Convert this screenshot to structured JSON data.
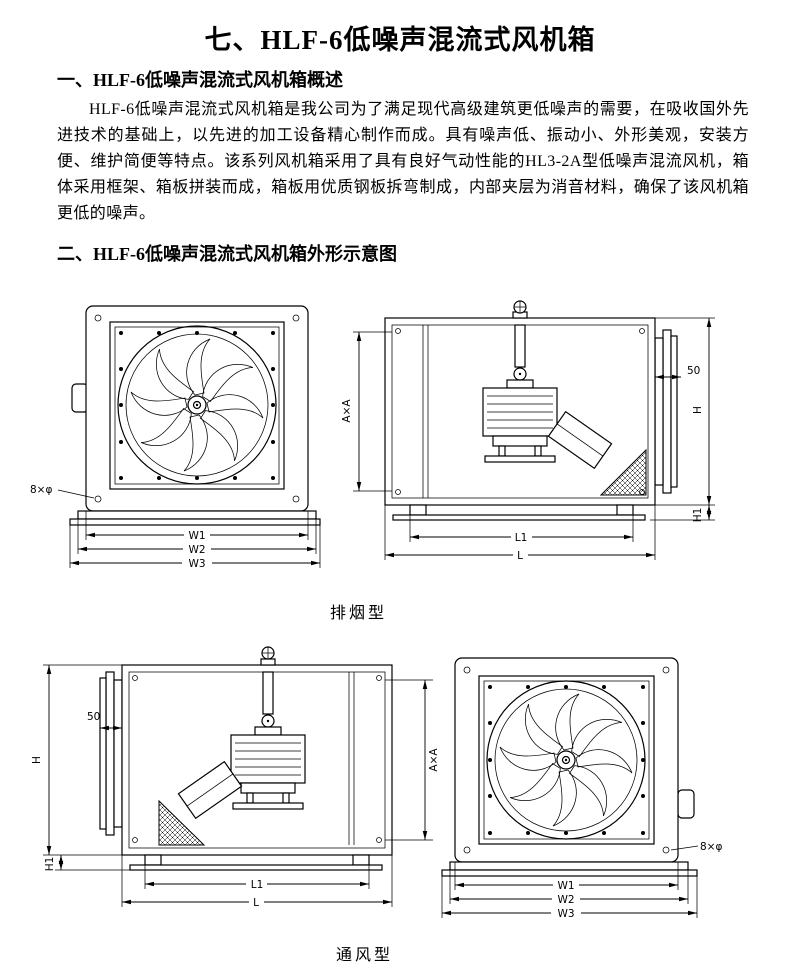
{
  "doc": {
    "title": "七、HLF-6低噪声混流式风机箱",
    "s1": "一、HLF-6低噪声混流式风机箱概述",
    "para": "HLF-6低噪声混流式风机箱是我公司为了满足现代高级建筑更低噪声的需要，在吸收国外先进技术的基础上，以先进的加工设备精心制作而成。具有噪声低、振动小、外形美观，安装方便、维护简便等特点。该系列风机箱采用了具有良好气动性能的HL3-2A型低噪声混流风机，箱体采用框架、箱板拼装而成，箱板用优质钢板拆弯制成，内部夹层为消音材料，确保了该风机箱更低的噪声。",
    "s2": "二、HLF-6低噪声混流式风机箱外形示意图"
  },
  "diag": {
    "smoke": "排烟型",
    "vent": "通风型"
  },
  "dims": {
    "w1": "W1",
    "w2": "W2",
    "w3": "W3",
    "l1": "L1",
    "l": "L",
    "h": "H",
    "h1": "H1",
    "axa": "A×A",
    "n50": "50",
    "bolt": "8×φ"
  }
}
